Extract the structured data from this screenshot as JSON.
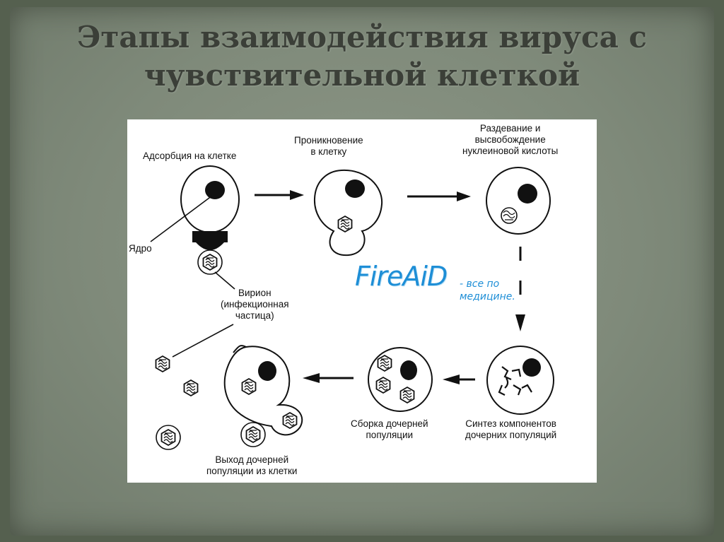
{
  "title": {
    "line1": "Этапы взаимодействия вируса с",
    "line2": "чувствительной клеткой"
  },
  "diagram": {
    "labels": {
      "adsorption": "Адсорбция на клетке",
      "penetration": [
        "Проникновение",
        "в клетку"
      ],
      "uncoating": [
        "Раздевание и",
        "высвобождение",
        "нуклеиновой кислоты"
      ],
      "nucleus": "Ядро",
      "virion": [
        "Вирион",
        "(инфекционная",
        "частица)"
      ],
      "synthesis": [
        "Синтез компонентов",
        "дочерних популяций"
      ],
      "assembly": [
        "Сборка дочерней",
        "популяции"
      ],
      "release": [
        "Выход дочерней",
        "популяции из клетки"
      ]
    },
    "watermark": {
      "logo": "FireAiD",
      "tagline": [
        "- все по",
        "медицине."
      ]
    }
  }
}
